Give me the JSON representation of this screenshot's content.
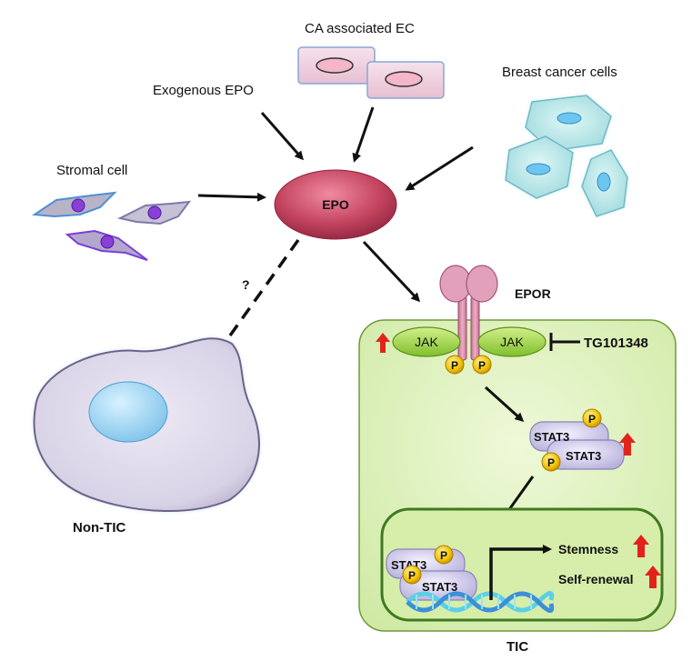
{
  "labels": {
    "ca_ec": "CA associated EC",
    "exogenous_epo": "Exogenous EPO",
    "breast_cancer": "Breast cancer cells",
    "stromal": "Stromal cell",
    "epo": "EPO",
    "question": "?",
    "epor": "EPOR",
    "jak": "JAK",
    "p": "P",
    "tg": "TG101348",
    "stat3": "STAT3",
    "stemness": "Stemness",
    "self_renewal": "Self-renewal",
    "tic": "TIC",
    "non_tic": "Non-TIC"
  },
  "colors": {
    "epo": "#c4445f",
    "tic_cell": "#dcf0b6",
    "nucleus_border": "#3f7a1f",
    "up_arrow": "#e2231a",
    "phospho": "#f2c200",
    "jak": "#9ad146",
    "receptor": "#d68aa6",
    "dna_1": "#5ad0e6",
    "dna_2": "#3c8fd8"
  },
  "icons": [
    "up-arrow-icon",
    "phospho-icon",
    "dna-helix-icon"
  ]
}
